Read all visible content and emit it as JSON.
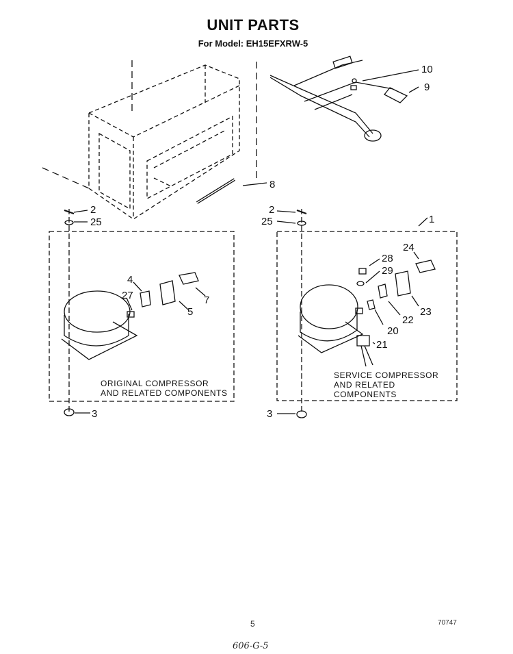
{
  "header": {
    "title": "UNIT PARTS",
    "subtitle": "For Model: EH15EFXRW-5"
  },
  "callouts": {
    "c1": "1",
    "c2a": "2",
    "c2b": "2",
    "c3a": "3",
    "c3b": "3",
    "c4": "4",
    "c5": "5",
    "c7": "7",
    "c8": "8",
    "c9": "9",
    "c10": "10",
    "c20": "20",
    "c21": "21",
    "c22": "22",
    "c23": "23",
    "c24": "24",
    "c25a": "25",
    "c25b": "25",
    "c27": "27",
    "c28": "28",
    "c29": "29"
  },
  "boxes": {
    "original": {
      "line1": "ORIGINAL COMPRESSOR",
      "line2": "AND RELATED COMPONENTS"
    },
    "service": {
      "line1": "SERVICE COMPRESSOR",
      "line2": "AND RELATED",
      "line3": "COMPONENTS"
    }
  },
  "footer": {
    "page": "5",
    "code": "70747",
    "handwritten": "606-G-5"
  }
}
